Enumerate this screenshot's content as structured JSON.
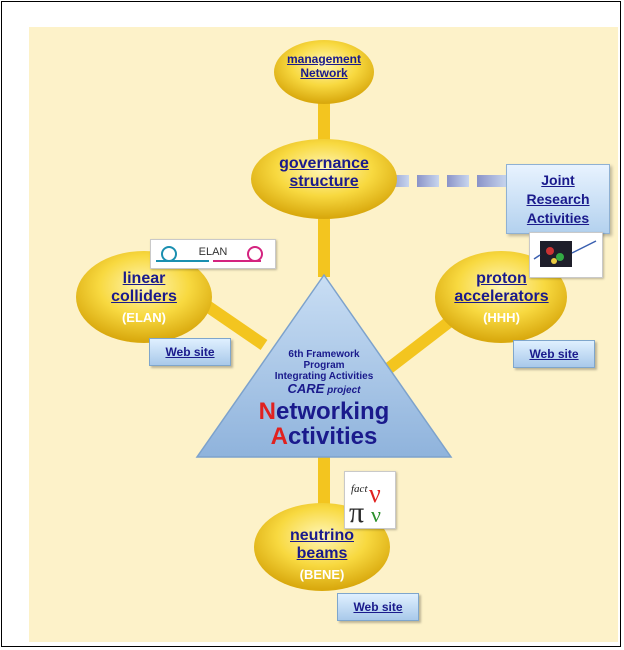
{
  "nodes": {
    "management": {
      "line1": "management",
      "line2": "Network"
    },
    "governance": {
      "line1": "governance",
      "line2": "structure"
    },
    "linear": {
      "line1": "linear",
      "line2": "colliders",
      "sub": "(ELAN)"
    },
    "proton": {
      "line1": "proton",
      "line2": "accelerators",
      "sub": "(HHH)"
    },
    "neutrino": {
      "line1": "neutrino",
      "line2": "beams",
      "sub": "(BENE)"
    }
  },
  "jra": {
    "line1": "Joint",
    "line2": "Research",
    "line3": "Activities"
  },
  "web_site_label": "Web site",
  "triangle": {
    "line1": "6th Framework",
    "line2": "Program",
    "line3": "Integrating Activities",
    "care": "CARE",
    "project": "project",
    "networking_cap": "N",
    "networking_rest": "etworking",
    "activities_cap": "A",
    "activities_rest": "ctivities"
  },
  "logos": {
    "elan": "ELAN",
    "bene_fact": "fact"
  },
  "colors": {
    "background": "#fdf2c9",
    "node_yellow": "#f7d23c",
    "link_blue": "#1a1a8c",
    "triangle_blue": "#a9c8e8",
    "accent_red": "#e0211f"
  }
}
